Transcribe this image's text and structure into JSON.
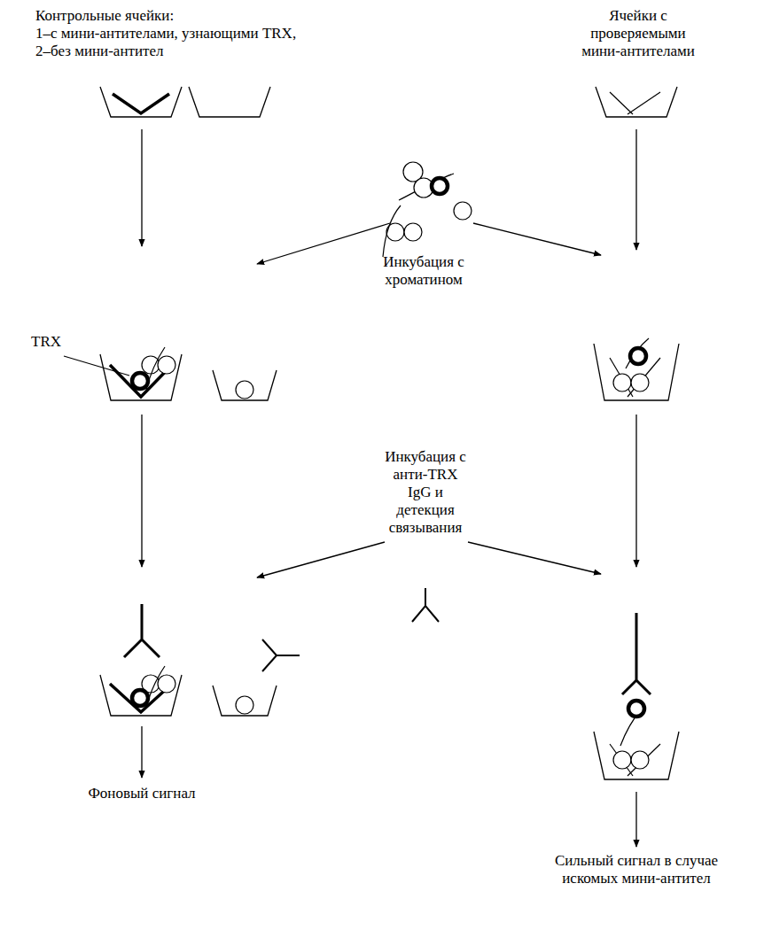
{
  "diagram": {
    "labels": [
      "Контрольные ячейки:",
      "1–с мини-антителами, узнающими TRX,",
      "2–без мини-антител",
      "Ячейки с проверяемыми мини-антителами",
      "Инкубация с хроматином",
      "TRX",
      "Инкубация с анти-TRX IgG и детекция связывания",
      "Фоновый сигнал",
      "Сильный сигнал в случае искомых мини-антител"
    ]
  }
}
